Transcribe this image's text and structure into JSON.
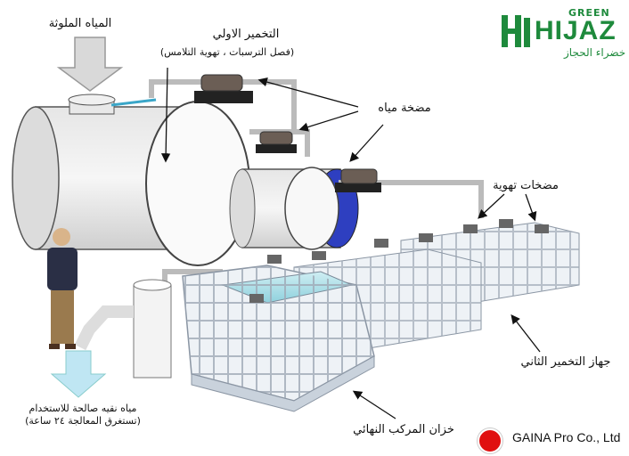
{
  "labels": {
    "polluted_water": "المياه الملوثة",
    "primary_fermentation": "التخمير الاولي",
    "primary_fermentation_detail": "(فصل الترسبات ، تهوية التلامس)",
    "water_pump": "مضخة مياه",
    "aeration_pumps": "مضخات تهوية",
    "secondary_fermentation": "جهاز التخمير الثاني",
    "final_tank": "خزان المركب النهائي",
    "clean_water_line1": "مياه نقيه صالحة للاستخدام",
    "clean_water_line2": "(تستغرق المعالجة ٢٤ ساعة)"
  },
  "logo": {
    "top": "GREEN",
    "main": "HIJAZ",
    "sub": "خضراء الحجاز"
  },
  "company": "GAINA Pro Co., Ltd",
  "colors": {
    "brand_green": "#1e8a3c",
    "arrow_fill": "#d9d9d9",
    "clean_water_arrow": "#bfe6f3",
    "cage": "#d6dde6",
    "tank_blue": "#2e3fc0",
    "flag_red": "#e01010"
  }
}
